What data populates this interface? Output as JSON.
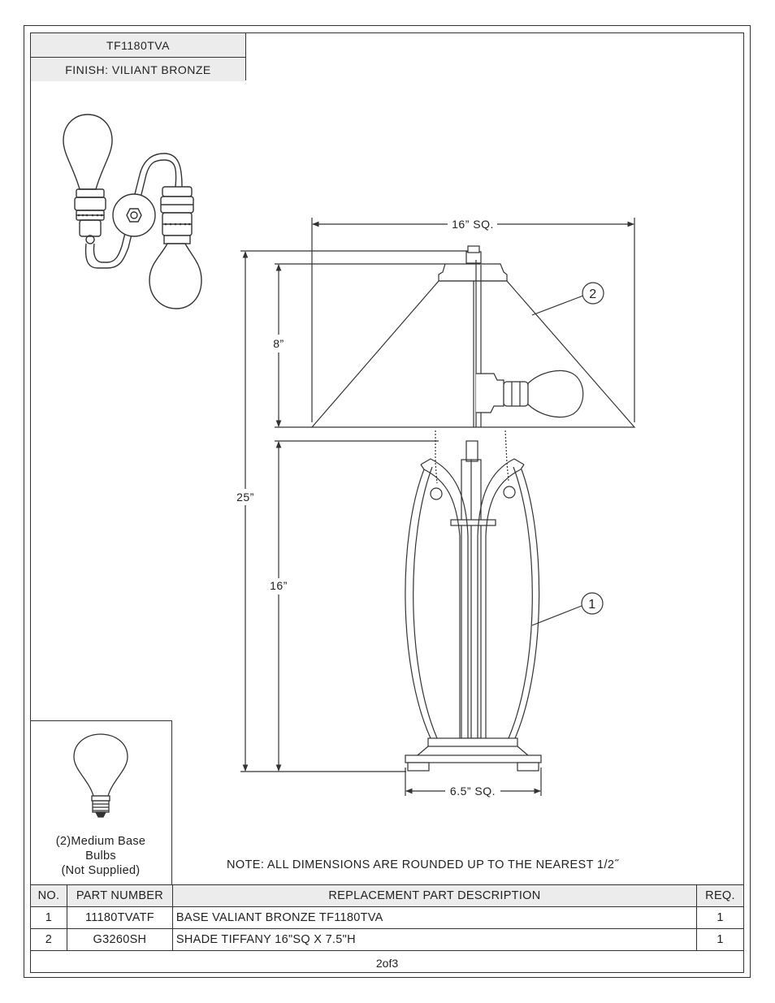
{
  "header": {
    "model": "TF1180TVA",
    "finish": "FINISH: VILIANT BRONZE"
  },
  "dimensions": {
    "shade_width": "16” SQ.",
    "shade_height": "8”",
    "total_height": "25”",
    "base_height": "16”",
    "base_width": "6.5” SQ."
  },
  "callouts": [
    "1",
    "2"
  ],
  "bulb_note": {
    "line1": "(2)Medium Base",
    "line2": "Bulbs",
    "line3": "(Not Supplied)"
  },
  "note": "NOTE:  ALL DIMENSIONS ARE ROUNDED UP TO THE NEAREST  1/2˝",
  "parts_table": {
    "headers": {
      "no": "NO.",
      "part_number": "PART NUMBER",
      "description": "REPLACEMENT PART DESCRIPTION",
      "req": "REQ."
    },
    "rows": [
      {
        "no": "1",
        "part_number": "11180TVATF",
        "description": "BASE VALIANT BRONZE TF1180TVA",
        "req": "1"
      },
      {
        "no": "2",
        "part_number": "G3260SH",
        "description": "SHADE TIFFANY 16\"SQ X 7.5\"H",
        "req": "1"
      }
    ]
  },
  "page": "2of3",
  "line_color": "#333333",
  "header_shade": "#ececec"
}
